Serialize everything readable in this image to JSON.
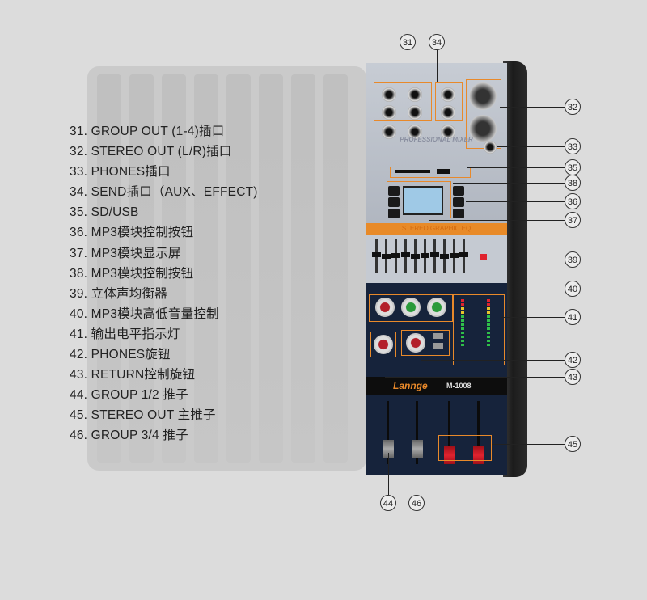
{
  "legend": [
    "31. GROUP OUT (1-4)插口",
    "32. STEREO OUT (L/R)插口",
    "33. PHONES插口",
    "34. SEND插口（AUX、EFFECT)",
    "35. SD/USB",
    "36. MP3模块控制按钮",
    "37. MP3模块显示屏",
    "38. MP3模块控制按钮",
    "39. 立体声均衡器",
    "40. MP3模块高低音量控制",
    "41. 输出电平指示灯",
    "42. PHONES旋钮",
    "43. RETURN控制旋钮",
    "44. GROUP 1/2 推子",
    "45. STEREO OUT 主推子",
    "46. GROUP 3/4 推子"
  ],
  "callouts": {
    "c31": "31",
    "c34": "34",
    "c32": "32",
    "c33": "33",
    "c35": "35",
    "c38": "38",
    "c36": "36",
    "c37": "37",
    "c39": "39",
    "c40": "40",
    "c41": "41",
    "c42": "42",
    "c43": "43",
    "c45": "45",
    "c44": "44",
    "c46": "46"
  },
  "mixer": {
    "brand": "Lannge",
    "model": "M-1008",
    "panel_caption": "PROFESSIONAL MIXER",
    "eq_caption": "STEREO GRAPHIC EQ"
  },
  "colors": {
    "accent": "#e8892a",
    "panel": "#16233b",
    "background": "#dcdcdc"
  }
}
